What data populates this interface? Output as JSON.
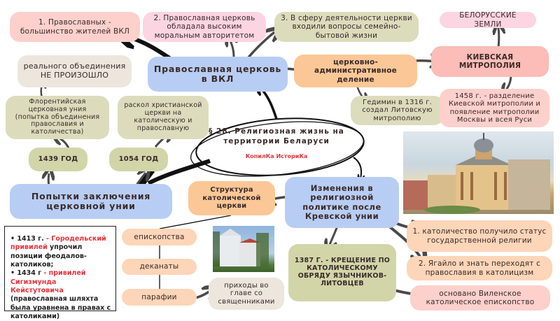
{
  "title": {
    "main": "§ 28. Религиозная жизнь на территории Беларуси",
    "subtitle": "КопилКа ИсториКа"
  },
  "nodes": {
    "orthodox_church": "Православная церковь в ВКЛ",
    "fact1": "1.        Православных - большинство жителей ВКЛ",
    "fact2": "2. Православная церковь обладала высоким моральным авторитетом",
    "fact3": "3. В сферу деятельности церкви входили вопросы семейно-бытовой жизни",
    "belarusian_lands": "БЕЛОРУССКИЕ ЗЕМЛИ",
    "admin_division": "церковно-административное деление",
    "kiev_metropolis": "КИЕВСКАЯ МИТРОПОЛИЯ",
    "gedimin": "Гедимин в 1316 г. создал Литовскую митрополию",
    "split_1458": "1458 г. - разделение Киевской митрополии и появление митрополии Москвы и всея Руси",
    "no_unification": "реального объединения НЕ ПРОИЗОШЛО",
    "florentine_union": "Флорентийская церковная уния (попытка объединения православия и католичества)",
    "schism": "раскол христианской церкви на католическую и православную",
    "year_1439": "1439 ГОД",
    "year_1054": "1054 ГОД",
    "union_attempts": "Попытки заключения церковной унии",
    "catholic_structure": "Структура католической церкви",
    "krevo_changes": "Изменения в религиозной политике после Кревской унии",
    "baptism_1387": "1387 Г. - КРЕЩЕНИЕ ПО КАТОЛИЧЕСКОМУ ОБРЯДУ ЯЗЫЧНИКОВ-ЛИТОВЦЕВ",
    "catholic_state": "1.   католичество получило статус государственной религии",
    "jagiello_convert": "2. Ягайло и знать переходят с православия в католицизм",
    "vilnius_bishopric": "основано Виленское католическое епископство",
    "bishoprics": "епископства",
    "deaneries": "деканаты",
    "parishes": "парафии",
    "parishes_desc": "приходы во главе со священниками"
  },
  "legend": {
    "item1_year": "1413 г.",
    "item1_dash": " - ",
    "item1_red": "Городельский привилей",
    "item1_rest": "  упрочил позиции феодалов-католиков;",
    "item2_year": "1434 г",
    "item2_dash": " - ",
    "item2_red": "привилей Сигизмунда Кейстутовича",
    "item2_rest": " (православная шляхта была уравнена в правах с католиками)"
  },
  "images": {
    "orthodox_church_painting": "orthodox-church-illustration",
    "catholic_church_photo": "catholic-church-photo"
  },
  "colors": {
    "arrow_dark": "#4a4a4a",
    "arrow_black": "#111111",
    "accent_red": "#e8323a"
  }
}
